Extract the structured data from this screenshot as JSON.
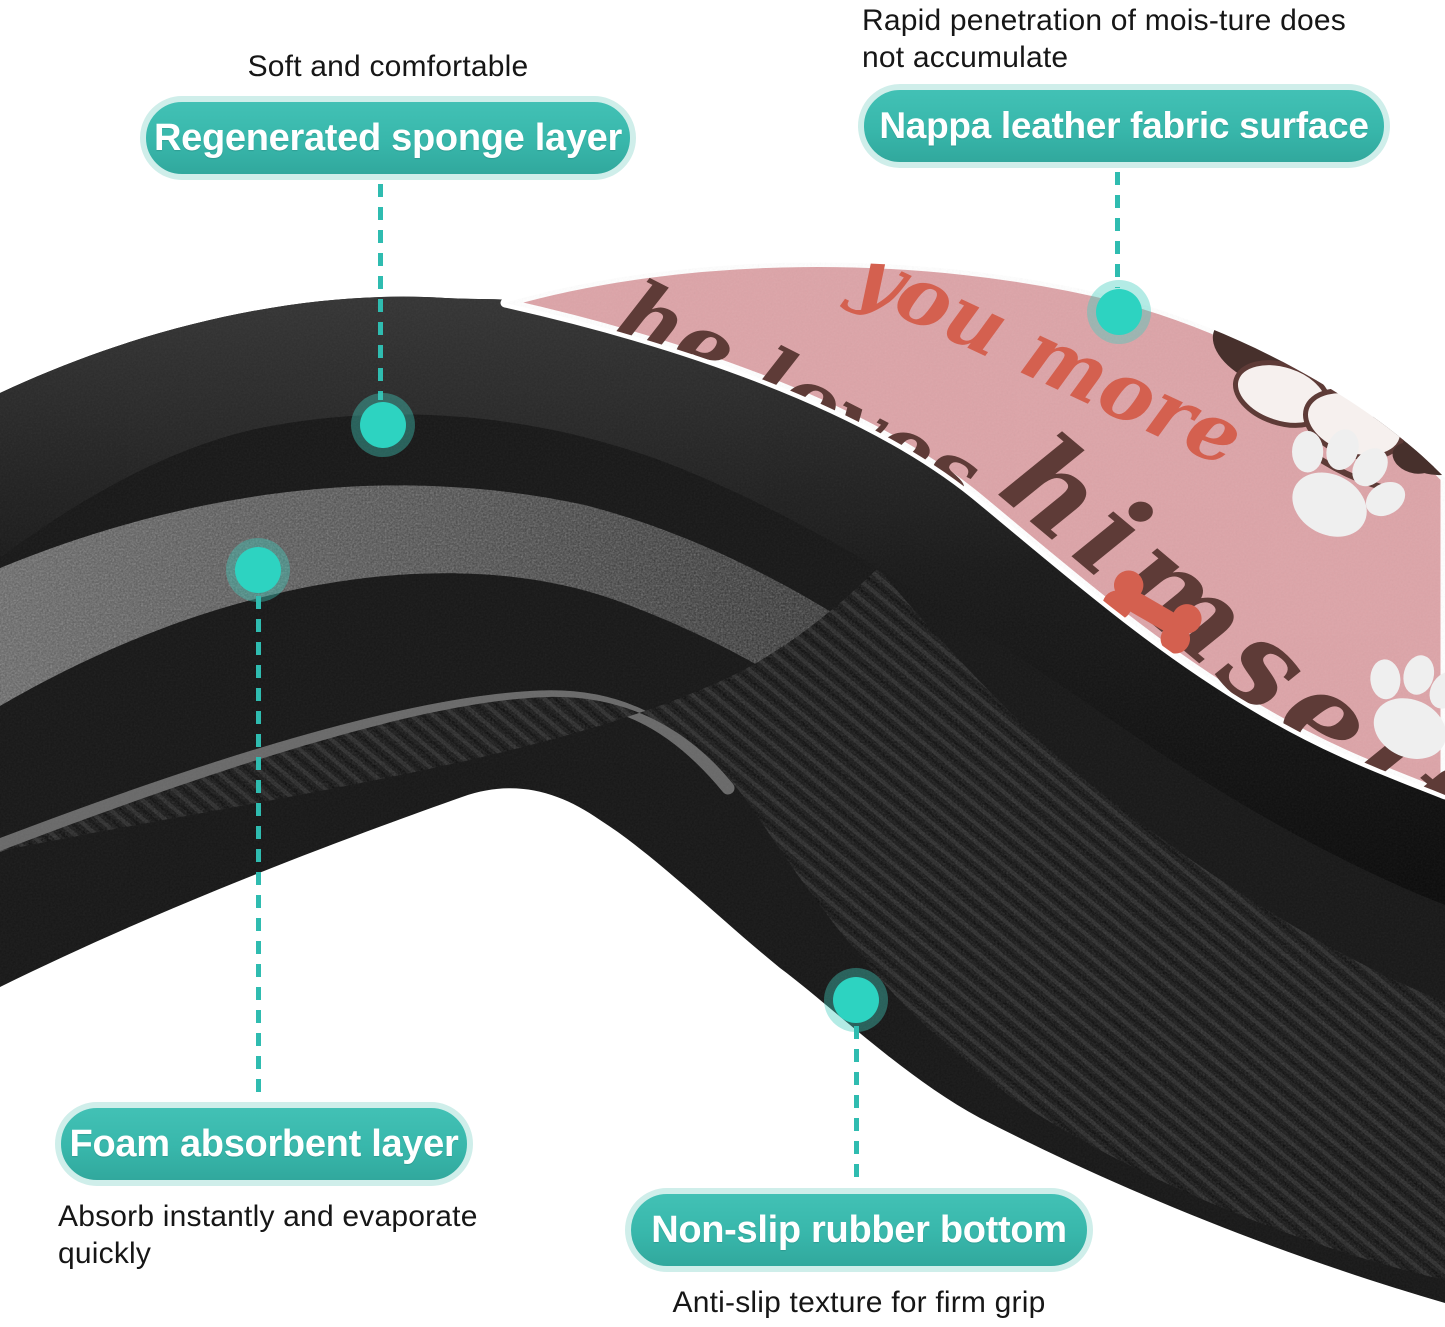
{
  "theme": {
    "teal_pill": "#38b7ab",
    "pill_border": "#cfeeea",
    "dot_color": "#2dd3c1",
    "dash_color": "#2fbcb0",
    "note_text_color": "#161616",
    "mat_pink": "#dda4a8",
    "rim_white": "#ffffff",
    "print_brown": "#5e3b37",
    "print_red": "#d4604f",
    "foam_black": "#171717",
    "foam_gray": "#565656"
  },
  "callouts": [
    {
      "id": "sponge",
      "note": "Soft and comfortable",
      "label": "Regenerated sponge layer"
    },
    {
      "id": "surface",
      "note": "Rapid penetration of mois-ture does\nnot accumulate",
      "label": "Nappa leather fabric surface"
    },
    {
      "id": "foam",
      "label": "Foam absorbent layer",
      "note": "Absorb instantly and evaporate\nquickly"
    },
    {
      "id": "rubber",
      "label": "Non-slip rubber bottom",
      "note": "Anti-slip texture for firm grip"
    }
  ],
  "mat_print": {
    "script_line_red": "you more",
    "script_line_brown": "he loves",
    "script_line_large": "himself"
  }
}
